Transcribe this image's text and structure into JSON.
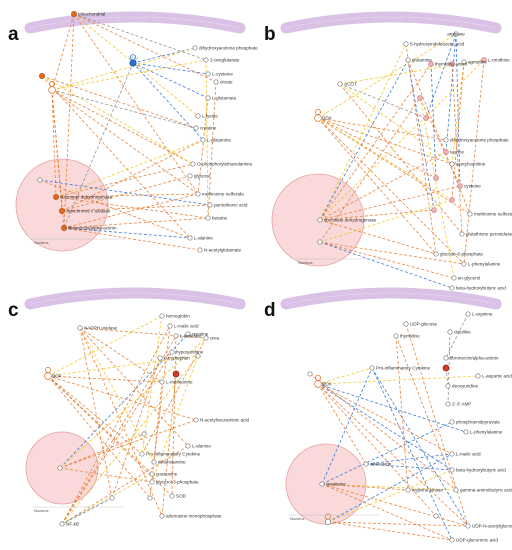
{
  "colors": {
    "orange": "#e8782a",
    "yellow": "#f0c419",
    "blue": "#2e6fd1",
    "gray": "#8a8a8a",
    "membrane": "#d9c2e6",
    "nucleus": "#f4b9b9",
    "node_orange": "#e36a1c",
    "node_pink": "#f2b4b4",
    "node_red": "#d73a2a"
  },
  "panels": [
    {
      "letter": "a",
      "nucleus_label": "Nucleus",
      "labels": {
        "n1": "Mitochondrial",
        "n2": "dihydroxyacetone phosphate",
        "n3": "2-oxoglutarate",
        "n4": "L-cysteine",
        "n5": "citrate",
        "n6": "L-glutamate",
        "n7": "L-lysine",
        "n8": "creatine",
        "n9": "L-glutamine",
        "n10": "O-phosphorylethanolamine",
        "n11": "glycerol",
        "n12": "methionine sulfoxide",
        "n13": "pantothenic acid",
        "n14": "succinate dehydrogenase",
        "n15": "cytochrome c oxidase",
        "n16": "fibronectin/alpha-actinin",
        "n17": "L-alanine",
        "n18": "N-acetylglutamate",
        "n19": "betaine"
      }
    },
    {
      "letter": "b",
      "nucleus_label": "Nucleus",
      "labels": {
        "n1": "5-hydroxyindoleacetic acid",
        "n2": "arginase",
        "n3": "glutamine",
        "n4": "agmatine",
        "n5": "ACOT",
        "n6": "DDX",
        "n7": "thymidine",
        "n8": "uracil",
        "n9": "L-ornithine",
        "n10": "dihydroxyacetone phosphate",
        "n11": "taurine",
        "n12": "acetylcarnitine",
        "n13": "cysteine",
        "n14": "methionine sulfoxide",
        "n15": "glutathione peroxidase",
        "n16": "L-phenylalanine",
        "n17": "sn-glycerol",
        "n18": "beta-hydroxybutyric acid",
        "n19": "succinate dehydrogenase",
        "n20": "glucose-6-phosphate"
      }
    },
    {
      "letter": "c",
      "nucleus_label": "Nucleus",
      "labels": {
        "n1": "NADPH oxidase",
        "n2": "hemoglobin",
        "n3": "L-malic acid",
        "n4": "L-histidine",
        "n5": "creatine",
        "n6": "urea",
        "n7": "hypoxanthine",
        "n8": "L-tryptophan",
        "n9": "L-methionine",
        "n10": "DDX",
        "n11": "N-acetylneuraminic acid",
        "n12": "Pro-inflammatory Cytokine",
        "n13": "ethanolamine",
        "n14": "guanosine",
        "n15": "glycerol 3-phosphate",
        "n16": "SOD",
        "n17": "adenosine monophosphate",
        "n18": "L-alanine",
        "n19": "NF-kB"
      }
    },
    {
      "letter": "d",
      "nucleus_label": "Nucleus",
      "labels": {
        "n1": "UDP-glucose",
        "n2": "L-arginine",
        "n3": "thymidine",
        "n4": "citrulline",
        "n5": "Pro-inflammatory Cytokine",
        "n6": "fibronectin/alpha-actinin",
        "n7": "L-aspartic acid",
        "n8": "deoxyuridine",
        "n9": "2'-3' AMP",
        "n10": "phosphoenolpyruvate",
        "n11": "L-phenylalanine",
        "n12": "L-malic acid",
        "n13": "beta-hydroxybutyric acid",
        "n14": "gamma-aminobutyric acid",
        "n15": "DDX",
        "n16": "creatinine",
        "n17": "UDP-N-acetylglucosamine",
        "n18": "arginine kinase",
        "n19": "UDP-glucuronic acid",
        "n20": "adenosine"
      }
    }
  ]
}
